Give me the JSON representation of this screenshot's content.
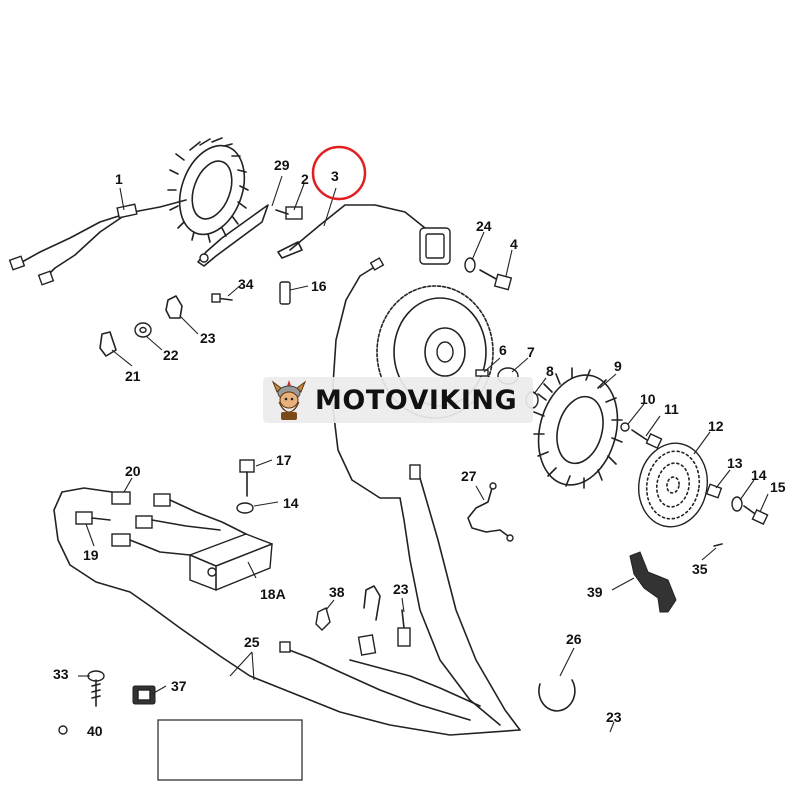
{
  "watermark": {
    "text": "MOTOVIKING"
  },
  "highlight": {
    "part": "3",
    "color": "#e02020"
  },
  "callouts": {
    "c1": "1",
    "c2": "2",
    "c3": "3",
    "c4": "4",
    "c6": "6",
    "c7": "7",
    "c8": "8",
    "c9": "9",
    "c10": "10",
    "c11": "11",
    "c12": "12",
    "c13": "13",
    "c14a": "14",
    "c14b": "14",
    "c15": "15",
    "c16": "16",
    "c17": "17",
    "c18A": "18A",
    "c19": "19",
    "c20": "20",
    "c21": "21",
    "c22": "22",
    "c23a": "23",
    "c23b": "23",
    "c23c": "23",
    "c24": "24",
    "c25": "25",
    "c26": "26",
    "c27": "27",
    "c29": "29",
    "c33": "33",
    "c34": "34",
    "c35": "35",
    "c37": "37",
    "c38": "38",
    "c39": "39",
    "c40": "40"
  }
}
